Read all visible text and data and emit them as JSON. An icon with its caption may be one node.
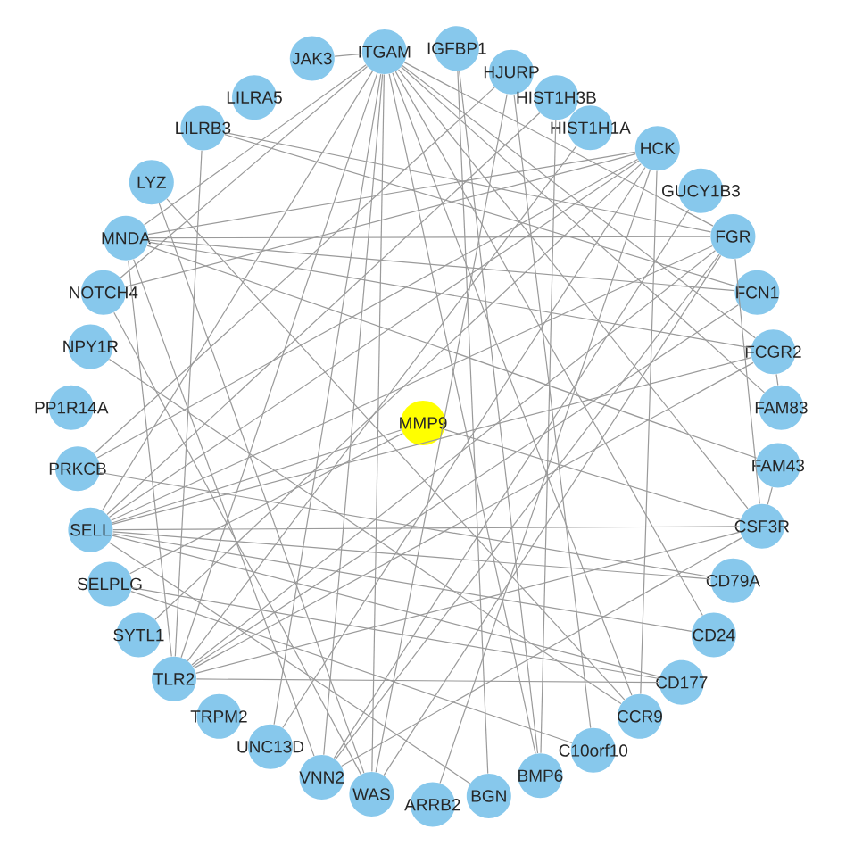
{
  "diagram": {
    "nodes": [
      {
        "text": [
          "MMP9"
        ]
      },
      {
        "text": [
          "ITGAM"
        ]
      },
      {
        "text": [
          "IGFBP1"
        ]
      },
      {
        "text": [
          "HJURP"
        ]
      },
      {
        "text": [
          "HIST1H3B"
        ]
      },
      {
        "text": [
          "HIST1H1A"
        ]
      },
      {
        "text": [
          "HCK"
        ]
      },
      {
        "text": [
          "GUCY1B3"
        ]
      },
      {
        "text": [
          "FGR"
        ]
      },
      {
        "text": [
          "FCN1"
        ]
      },
      {
        "text": [
          "FCGR2"
        ]
      },
      {
        "text": [
          "FAM83"
        ]
      },
      {
        "text": [
          "FAM43"
        ]
      },
      {
        "text": [
          "CSF3R"
        ]
      },
      {
        "text": [
          "CD79A"
        ]
      },
      {
        "text": [
          "CD24"
        ]
      },
      {
        "text": [
          "CD177"
        ]
      },
      {
        "text": [
          "CCR9"
        ]
      },
      {
        "text": [
          "C10orf10"
        ]
      },
      {
        "text": [
          "BMP6"
        ]
      },
      {
        "text": [
          "BGN"
        ]
      },
      {
        "text": [
          "ARRB2"
        ]
      },
      {
        "text": [
          "WAS"
        ]
      },
      {
        "text": [
          "VNN2"
        ]
      },
      {
        "text": [
          "UNC13D"
        ]
      },
      {
        "text": [
          "TRPM2"
        ]
      },
      {
        "text": [
          "TLR2"
        ]
      },
      {
        "text": [
          "SYTL1"
        ]
      },
      {
        "text": [
          "SELPLG"
        ]
      },
      {
        "text": [
          "SELL"
        ]
      },
      {
        "text": [
          "PRKCB"
        ]
      },
      {
        "text": [
          "PP1R14A"
        ]
      },
      {
        "text": [
          "NPY1R"
        ]
      },
      {
        "text": [
          "NOTCH4"
        ]
      },
      {
        "text": [
          "MNDA"
        ]
      },
      {
        "text": [
          "LYZ"
        ]
      },
      {
        "text": [
          "LILRB3"
        ]
      },
      {
        "text": [
          "LILRA5"
        ]
      },
      {
        "text": [
          "JAK3"
        ]
      }
    ],
    "edges": [
      {
        "from": 1,
        "to": 38,
        "arrow": "none"
      },
      {
        "from": 1,
        "to": 33,
        "arrow": "none"
      },
      {
        "from": 1,
        "to": 34,
        "arrow": "none"
      },
      {
        "from": 1,
        "to": 29,
        "arrow": "none"
      },
      {
        "from": 1,
        "to": 26,
        "arrow": "none"
      },
      {
        "from": 1,
        "to": 24,
        "arrow": "none"
      },
      {
        "from": 1,
        "to": 23,
        "arrow": "none"
      },
      {
        "from": 1,
        "to": 22,
        "arrow": "none"
      },
      {
        "from": 1,
        "to": 19,
        "arrow": "none"
      },
      {
        "from": 1,
        "to": 17,
        "arrow": "none"
      },
      {
        "from": 1,
        "to": 15,
        "arrow": "none"
      },
      {
        "from": 1,
        "to": 13,
        "arrow": "none"
      },
      {
        "from": 1,
        "to": 10,
        "arrow": "none"
      },
      {
        "from": 1,
        "to": 8,
        "arrow": "none"
      },
      {
        "from": 1,
        "to": 11,
        "arrow": "none"
      },
      {
        "from": 6,
        "to": 33,
        "arrow": "none"
      },
      {
        "from": 6,
        "to": 34,
        "arrow": "none"
      },
      {
        "from": 6,
        "to": 29,
        "arrow": "none"
      },
      {
        "from": 6,
        "to": 27,
        "arrow": "none"
      },
      {
        "from": 6,
        "to": 24,
        "arrow": "none"
      },
      {
        "from": 6,
        "to": 21,
        "arrow": "none"
      },
      {
        "from": 6,
        "to": 17,
        "arrow": "none"
      },
      {
        "from": 6,
        "to": 30,
        "arrow": "none"
      },
      {
        "from": 8,
        "to": 36,
        "arrow": "none"
      },
      {
        "from": 8,
        "to": 34,
        "arrow": "none"
      },
      {
        "from": 8,
        "to": 29,
        "arrow": "none"
      },
      {
        "from": 8,
        "to": 26,
        "arrow": "none"
      },
      {
        "from": 8,
        "to": 23,
        "arrow": "none"
      },
      {
        "from": 8,
        "to": 22,
        "arrow": "none"
      },
      {
        "from": 8,
        "to": 13,
        "arrow": "none"
      },
      {
        "from": 2,
        "to": 20,
        "arrow": "none"
      },
      {
        "from": 2,
        "to": 19,
        "arrow": "none"
      },
      {
        "from": 3,
        "to": 18,
        "arrow": "none"
      },
      {
        "from": 4,
        "to": 19,
        "arrow": "none"
      },
      {
        "from": 29,
        "to": 0,
        "arrow": "none"
      },
      {
        "from": 29,
        "to": 10,
        "arrow": "none"
      },
      {
        "from": 29,
        "to": 14,
        "arrow": "none"
      },
      {
        "from": 29,
        "to": 15,
        "arrow": "none"
      },
      {
        "from": 29,
        "to": 16,
        "arrow": "none"
      },
      {
        "from": 29,
        "to": 13,
        "arrow": "none"
      },
      {
        "from": 29,
        "to": 20,
        "arrow": "none"
      },
      {
        "from": 29,
        "to": 4,
        "arrow": "none"
      },
      {
        "from": 34,
        "to": 10,
        "arrow": "none"
      },
      {
        "from": 34,
        "to": 12,
        "arrow": "none"
      },
      {
        "from": 34,
        "to": 23,
        "arrow": "none"
      },
      {
        "from": 34,
        "to": 26,
        "arrow": "none"
      },
      {
        "from": 34,
        "to": 9,
        "arrow": "none"
      },
      {
        "from": 26,
        "to": 9,
        "arrow": "none"
      },
      {
        "from": 26,
        "to": 10,
        "arrow": "none"
      },
      {
        "from": 26,
        "to": 13,
        "arrow": "none"
      },
      {
        "from": 26,
        "to": 16,
        "arrow": "none"
      },
      {
        "from": 26,
        "to": 5,
        "arrow": "none"
      },
      {
        "from": 26,
        "to": 36,
        "arrow": "none"
      },
      {
        "from": 35,
        "to": 17,
        "arrow": "none"
      },
      {
        "from": 35,
        "to": 22,
        "arrow": "none"
      },
      {
        "from": 33,
        "to": 22,
        "arrow": "none"
      },
      {
        "from": 32,
        "to": 17,
        "arrow": "none"
      },
      {
        "from": 30,
        "to": 14,
        "arrow": "none"
      },
      {
        "from": 30,
        "to": 3,
        "arrow": "none"
      },
      {
        "from": 28,
        "to": 16,
        "arrow": "none"
      },
      {
        "from": 28,
        "to": 18,
        "arrow": "none"
      },
      {
        "from": 23,
        "to": 13,
        "arrow": "none"
      },
      {
        "from": 36,
        "to": 9,
        "arrow": "none"
      },
      {
        "from": 7,
        "to": 23,
        "arrow": "none"
      },
      {
        "from": 13,
        "to": 12,
        "arrow": "none"
      },
      {
        "from": 10,
        "to": 11,
        "arrow": "none"
      },
      {
        "from": 22,
        "to": 3,
        "arrow": "none"
      },
      {
        "from": 0,
        "to": 13,
        "arrow": "none"
      },
      {
        "from": 0,
        "to": 28,
        "arrow": "none"
      }
    ]
  }
}
